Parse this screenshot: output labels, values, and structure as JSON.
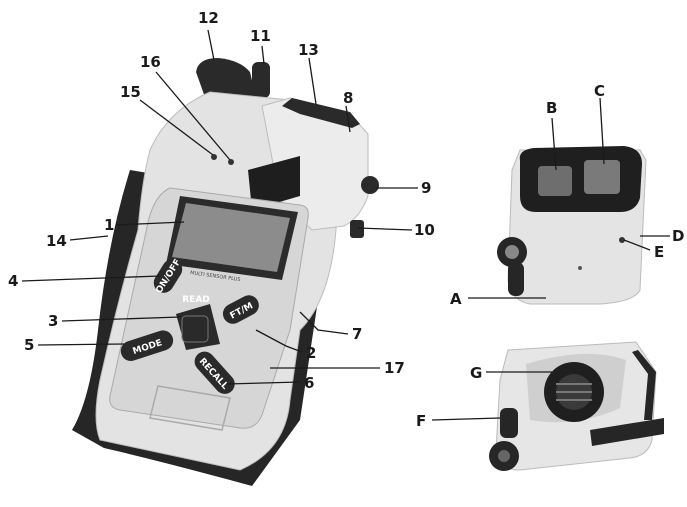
{
  "labels": {
    "n1": "1",
    "n2": "2",
    "n3": "3",
    "n4": "4",
    "n5": "5",
    "n6": "6",
    "n7": "7",
    "n8": "8",
    "n9": "9",
    "n10": "10",
    "n11": "11",
    "n12": "12",
    "n13": "13",
    "n14": "14",
    "n15": "15",
    "n16": "16",
    "n17": "17",
    "A": "A",
    "B": "B",
    "C": "C",
    "D": "D",
    "E": "E",
    "F": "F",
    "G": "G"
  },
  "buttons": {
    "onoff": "ON/OFF",
    "read": "READ",
    "ftm": "FT/M",
    "mode": "MODE",
    "recall": "RECALL"
  },
  "colors": {
    "body": "#e6e6e6",
    "dark": "#232323",
    "screen": "#8c8c8c",
    "button": "#2a2a2a"
  }
}
